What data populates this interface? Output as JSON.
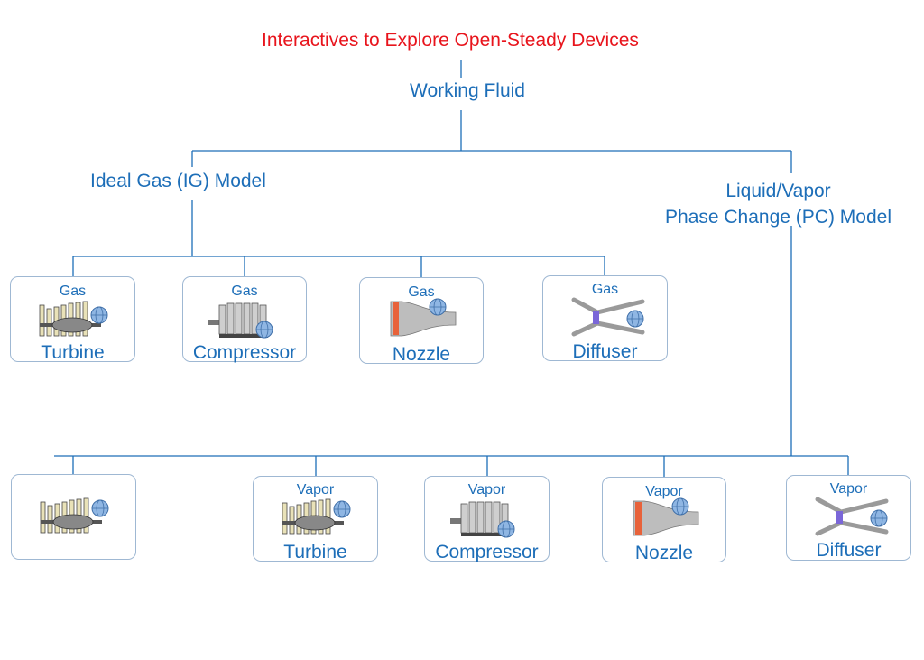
{
  "title": "Interactives to Explore Open-Steady Devices",
  "working_fluid": "Working Fluid",
  "ig_model": "Ideal Gas (IG) Model",
  "pc_model": {
    "line1": "Liquid/Vapor",
    "line2": "Phase Change (PC) Model"
  },
  "gas_devices": [
    {
      "kind": "Gas",
      "label": "Turbine",
      "icon": "turbine-icon"
    },
    {
      "kind": "Gas",
      "label": "Compressor",
      "icon": "compressor-icon"
    },
    {
      "kind": "Gas",
      "label": "Nozzle",
      "icon": "nozzle-icon"
    },
    {
      "kind": "Gas",
      "label": "Diffuser",
      "icon": "diffuser-icon"
    }
  ],
  "vapor_devices": [
    {
      "kind": "",
      "label": "",
      "icon": "turbine-icon"
    },
    {
      "kind": "Vapor",
      "label": "Turbine",
      "icon": "turbine-icon"
    },
    {
      "kind": "Vapor",
      "label": "Compressor",
      "icon": "compressor-icon"
    },
    {
      "kind": "Vapor",
      "label": "Nozzle",
      "icon": "nozzle-icon"
    },
    {
      "kind": "Vapor",
      "label": "Diffuser",
      "icon": "diffuser-icon"
    }
  ],
  "colors": {
    "title": "#e8141c",
    "text": "#1d6eb8",
    "connector": "#1d6eb8",
    "card_border": "#9fb8d3"
  }
}
